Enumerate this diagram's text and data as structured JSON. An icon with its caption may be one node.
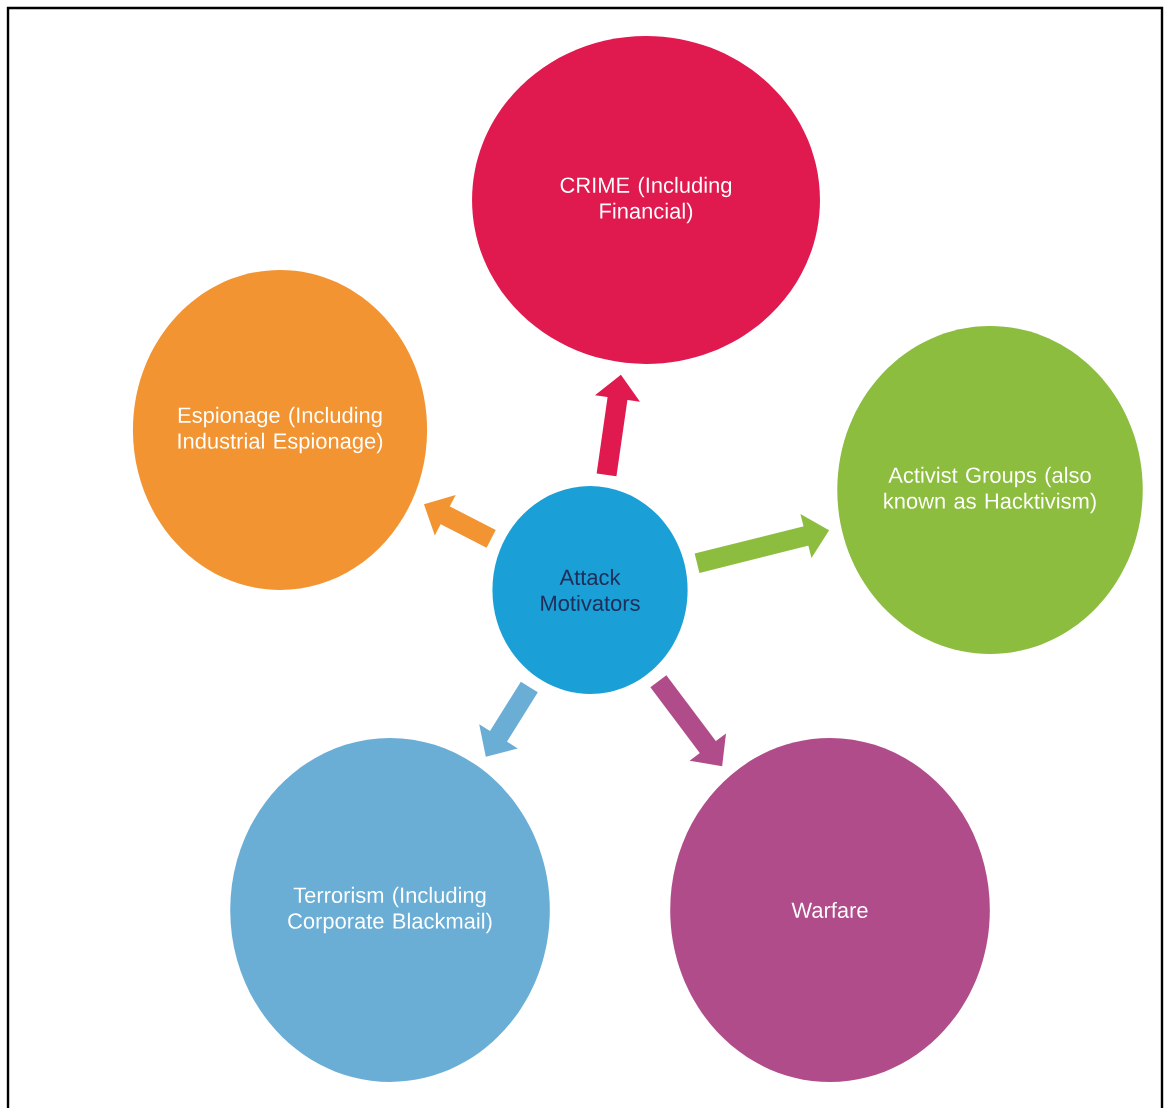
{
  "diagram": {
    "nodes": [
      {
        "text": [
          "CRIME (Including Financial)"
        ]
      },
      {
        "text": [
          "Espionage (Including Industrial Espionage)"
        ]
      },
      {
        "text": [
          "Activist Groups (also known as Hacktivism)"
        ]
      },
      {
        "text": [
          "Attack Motivators"
        ]
      },
      {
        "text": [
          "Terrorism (Including Corporate Blackmail)"
        ]
      },
      {
        "text": [
          "Warfare"
        ]
      }
    ],
    "edges": [
      {
        "from": 3,
        "to": 0,
        "arrow": "to",
        "color": "#e0194f"
      },
      {
        "from": 3,
        "to": 2,
        "arrow": "to",
        "color": "#8cbd3f"
      },
      {
        "from": 3,
        "to": 5,
        "arrow": "to",
        "color": "#b04c8a"
      },
      {
        "from": 3,
        "to": 4,
        "arrow": "to",
        "color": "#6aaed6"
      },
      {
        "from": 3,
        "to": 1,
        "arrow": "to",
        "color": "#f39433"
      }
    ]
  }
}
